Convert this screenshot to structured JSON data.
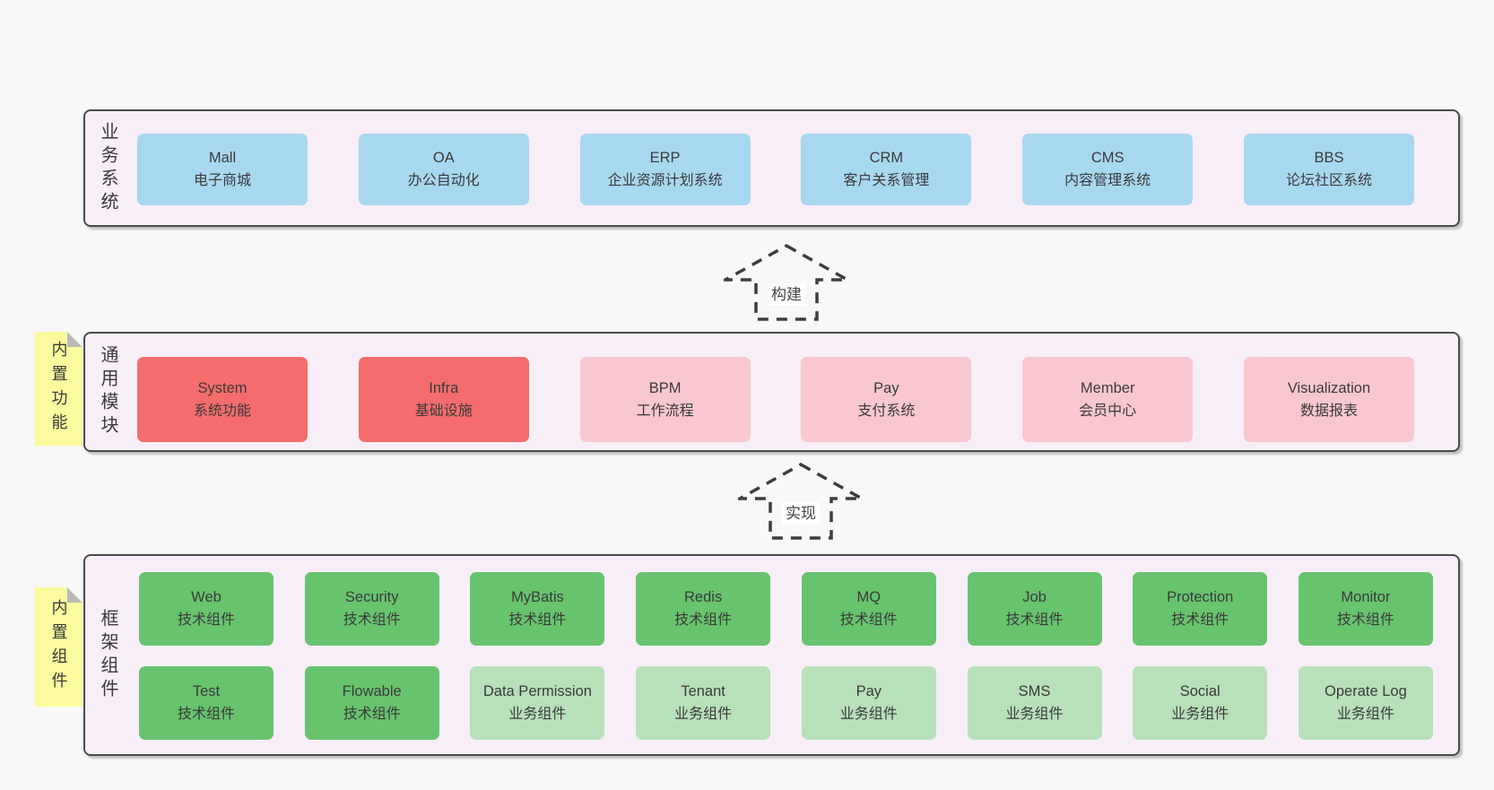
{
  "colors": {
    "canvas": "#f8f8f8",
    "layer_fill": "#f8eef7",
    "layer_border": "#4a4a4a",
    "text": "#3a3a3a",
    "arrow": "#3d3d3d",
    "label_bg": "#ffffff",
    "sticky": "#fbfa9e",
    "fold": "#b9b9b9",
    "blue": "#a8d8f0",
    "red": "#f56c6c",
    "pink": "#f9c7cf",
    "green_dark": "#68c36e",
    "green_light": "#b7e1b9"
  },
  "arrows": [
    {
      "label": "构建"
    },
    {
      "label": "实现"
    }
  ],
  "layers": [
    {
      "label": "业务系统",
      "items": [
        {
          "name": "Mall",
          "desc": "电子商城",
          "variant": "blue"
        },
        {
          "name": "OA",
          "desc": "办公自动化",
          "variant": "blue"
        },
        {
          "name": "ERP",
          "desc": "企业资源计划系统",
          "variant": "blue"
        },
        {
          "name": "CRM",
          "desc": "客户关系管理",
          "variant": "blue"
        },
        {
          "name": "CMS",
          "desc": "内容管理系统",
          "variant": "blue"
        },
        {
          "name": "BBS",
          "desc": "论坛社区系统",
          "variant": "blue"
        }
      ]
    },
    {
      "label": "通用模块",
      "sticky": "内置功能",
      "items": [
        {
          "name": "System",
          "desc": "系统功能",
          "variant": "red"
        },
        {
          "name": "Infra",
          "desc": "基础设施",
          "variant": "red"
        },
        {
          "name": "BPM",
          "desc": "工作流程",
          "variant": "pink"
        },
        {
          "name": "Pay",
          "desc": "支付系统",
          "variant": "pink"
        },
        {
          "name": "Member",
          "desc": "会员中心",
          "variant": "pink"
        },
        {
          "name": "Visualization",
          "desc": "数据报表",
          "variant": "pink"
        }
      ]
    },
    {
      "label": "框架组件",
      "sticky": "内置组件",
      "rows": [
        [
          {
            "name": "Web",
            "desc": "技术组件",
            "variant": "green_dark"
          },
          {
            "name": "Security",
            "desc": "技术组件",
            "variant": "green_dark"
          },
          {
            "name": "MyBatis",
            "desc": "技术组件",
            "variant": "green_dark"
          },
          {
            "name": "Redis",
            "desc": "技术组件",
            "variant": "green_dark"
          },
          {
            "name": "MQ",
            "desc": "技术组件",
            "variant": "green_dark"
          },
          {
            "name": "Job",
            "desc": "技术组件",
            "variant": "green_dark"
          },
          {
            "name": "Protection",
            "desc": "技术组件",
            "variant": "green_dark"
          },
          {
            "name": "Monitor",
            "desc": "技术组件",
            "variant": "green_dark"
          }
        ],
        [
          {
            "name": "Test",
            "desc": "技术组件",
            "variant": "green_dark"
          },
          {
            "name": "Flowable",
            "desc": "技术组件",
            "variant": "green_dark"
          },
          {
            "name": "Data Permission",
            "desc": "业务组件",
            "variant": "green_light"
          },
          {
            "name": "Tenant",
            "desc": "业务组件",
            "variant": "green_light"
          },
          {
            "name": "Pay",
            "desc": "业务组件",
            "variant": "green_light"
          },
          {
            "name": "SMS",
            "desc": "业务组件",
            "variant": "green_light"
          },
          {
            "name": "Social",
            "desc": "业务组件",
            "variant": "green_light"
          },
          {
            "name": "Operate Log",
            "desc": "业务组件",
            "variant": "green_light"
          }
        ]
      ]
    }
  ]
}
